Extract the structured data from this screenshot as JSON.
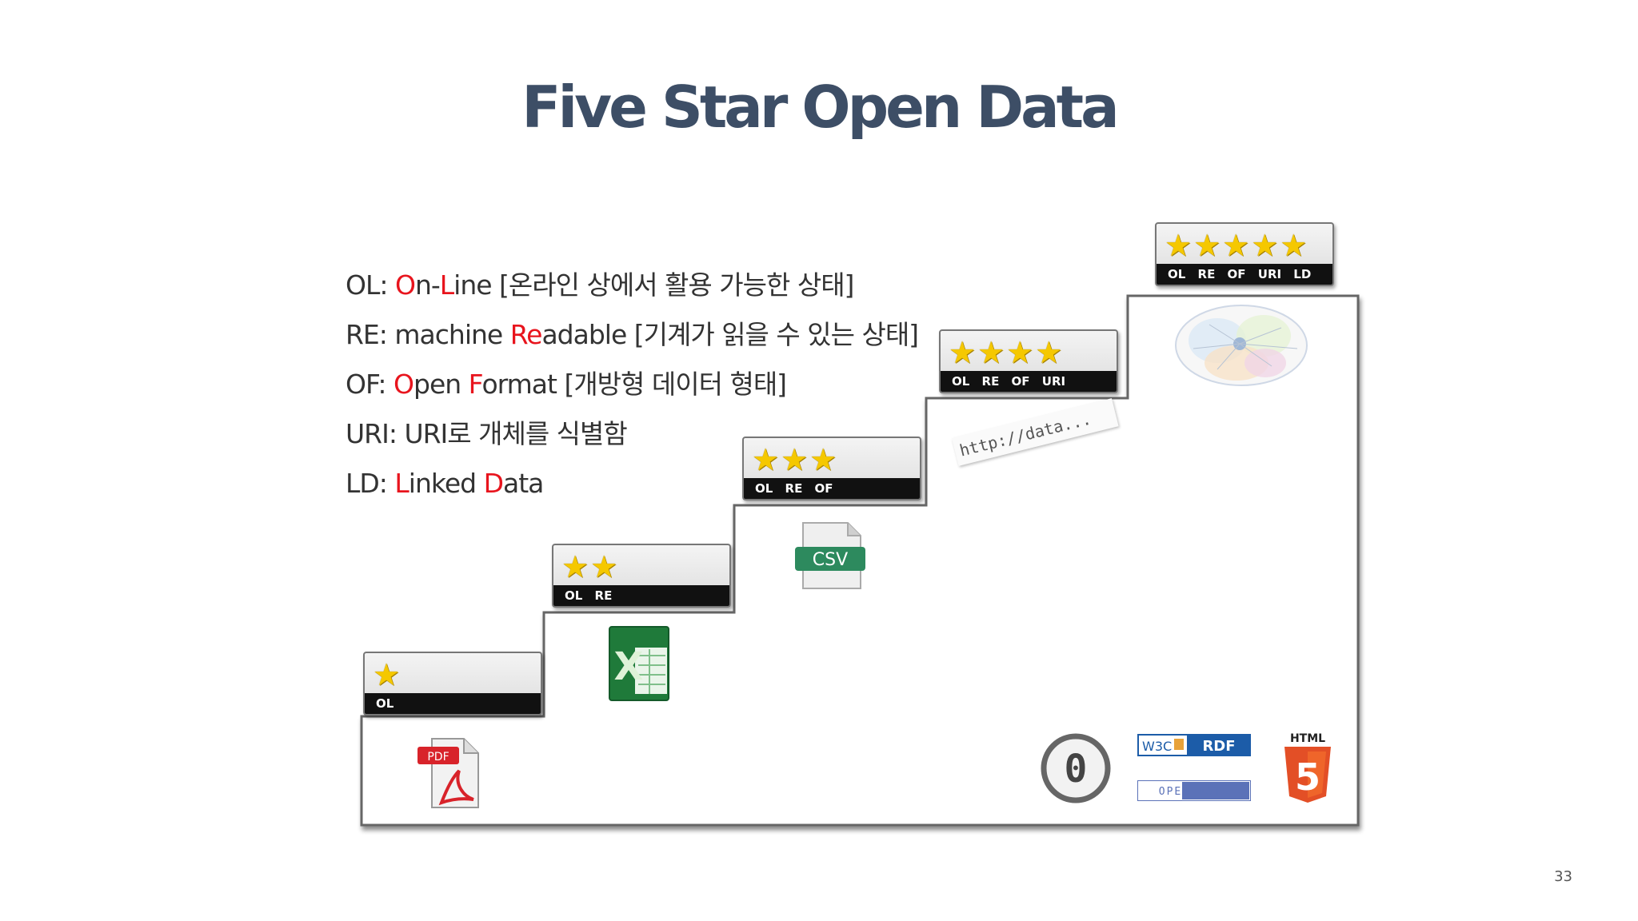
{
  "slide": {
    "title": "Five Star Open Data",
    "page_number": "33"
  },
  "legend": [
    {
      "key": "OL: ",
      "parts": [
        {
          "t": "O",
          "h": true
        },
        {
          "t": "n-",
          "h": false
        },
        {
          "t": "L",
          "h": true
        },
        {
          "t": "ine  [온라인 상에서 활용 가능한 상태]",
          "h": false
        }
      ]
    },
    {
      "key": "RE: ",
      "parts": [
        {
          "t": "machine ",
          "h": false
        },
        {
          "t": "Re",
          "h": true
        },
        {
          "t": "adable  [기계가 읽을 수 있는 상태]",
          "h": false
        }
      ]
    },
    {
      "key": "OF: ",
      "parts": [
        {
          "t": "O",
          "h": true
        },
        {
          "t": "pen ",
          "h": false
        },
        {
          "t": "F",
          "h": true
        },
        {
          "t": "ormat  [개방형 데이터 형태]",
          "h": false
        }
      ]
    },
    {
      "key": "URI: ",
      "parts": [
        {
          "t": "URI로 개체를 식별함",
          "h": false
        }
      ]
    },
    {
      "key": "LD: ",
      "parts": [
        {
          "t": "L",
          "h": true
        },
        {
          "t": "inked ",
          "h": false
        },
        {
          "t": "D",
          "h": true
        },
        {
          "t": "ata",
          "h": false
        }
      ]
    }
  ],
  "badges": [
    {
      "stars": "★",
      "codes": "OL"
    },
    {
      "stars": "★★",
      "codes": "OL RE"
    },
    {
      "stars": "★★★",
      "codes": "OL RE OF"
    },
    {
      "stars": "★★★★",
      "codes": "OL RE OF URI"
    },
    {
      "stars": "★★★★★",
      "codes": "OL RE OF URI LD"
    }
  ],
  "icons": {
    "pdf_label": "PDF",
    "excel_label": "X",
    "csv_label": "CSV",
    "url_text": "http://data...",
    "w3c_label": "W3C",
    "rdf_label": "RDF",
    "open_data_label": "OPEN DATA",
    "html_label": "HTML",
    "html5_number": "5",
    "cc_zero_label": "0"
  },
  "colors": {
    "title": "#3d4e66",
    "highlight": "#e8141d",
    "star": "#f5c800"
  }
}
